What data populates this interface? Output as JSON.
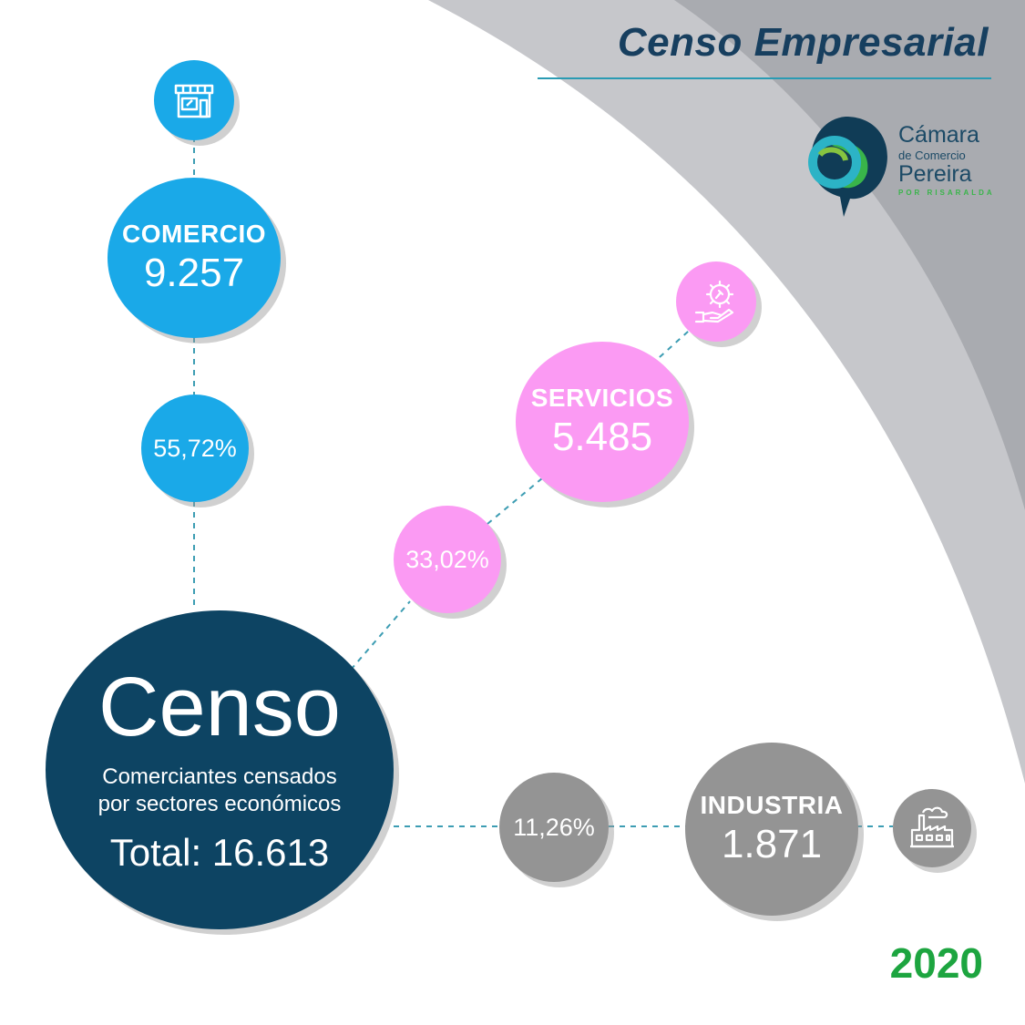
{
  "header": {
    "title": "Censo Empresarial"
  },
  "logo": {
    "line1": "Cámara",
    "line2": "de Comercio",
    "line3": "Pereira",
    "line4": "POR RISARALDA"
  },
  "center": {
    "title": "Censo",
    "subtitle_line1": "Comerciantes censados",
    "subtitle_line2": "por sectores económicos",
    "total": "Total: 16.613"
  },
  "sectors": {
    "comercio": {
      "label": "COMERCIO",
      "value": "9.257",
      "percent": "55,72%",
      "icon": "store-icon",
      "color": "#1aa9e8"
    },
    "servicios": {
      "label": "SERVICIOS",
      "value": "5.485",
      "percent": "33,02%",
      "icon": "gear-hand-icon",
      "color": "#fb9af3"
    },
    "industria": {
      "label": "INDUSTRIA",
      "value": "1.871",
      "percent": "11,26%",
      "icon": "factory-icon",
      "color": "#949494"
    }
  },
  "year": "2020",
  "colors": {
    "primary": "#0d4463",
    "accent": "#2a9bb3",
    "year": "#1da540"
  }
}
